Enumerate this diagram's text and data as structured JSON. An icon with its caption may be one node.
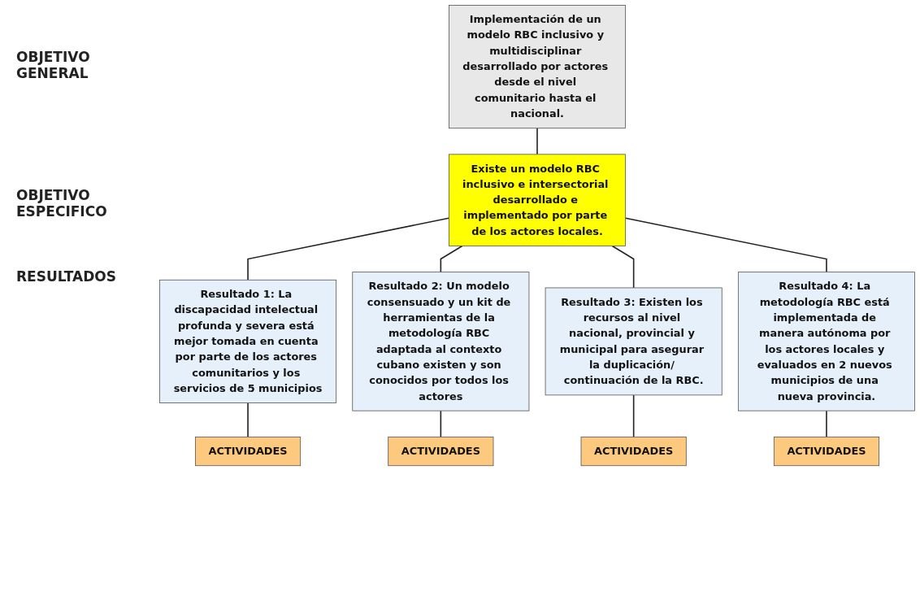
{
  "diagram": {
    "nodes": [
      {
        "text": [
          "Implementación de un modelo RBC inclusivo y multidisciplinar desarrollado por actores desde el nivel comunitario hasta el nacional."
        ]
      },
      {
        "text": [
          "Existe un modelo RBC inclusivo e intersectorial desarrollado e implementado por parte de los actores locales."
        ]
      },
      {
        "text": [
          "Resultado 1: La discapacidad intelectual profunda y severa está mejor tomada en cuenta por parte de los actores comunitarios y los servicios de 5 municipios"
        ]
      },
      {
        "text": [
          "Resultado 2: Un modelo consensuado y un kit de herramientas de la metodología RBC adaptada al contexto cubano existen y son conocidos por todos los actores"
        ]
      },
      {
        "text": [
          "Resultado 3: Existen los recursos al nivel nacional, provincial y municipal para asegurar la duplicación/ continuación de la RBC."
        ]
      },
      {
        "text": [
          "Resultado 4: La metodología RBC está implementada de manera autónoma por los actores locales y evaluados en 2 nuevos municipios de una nueva provincia."
        ]
      },
      {
        "text": [
          "ACTIVIDADES"
        ]
      },
      {
        "text": [
          "ACTIVIDADES"
        ]
      },
      {
        "text": [
          "ACTIVIDADES"
        ]
      },
      {
        "text": [
          "ACTIVIDADES"
        ]
      }
    ],
    "edges": [
      {
        "from": 0,
        "to": 1,
        "arrow": "none"
      },
      {
        "from": 1,
        "to": 2,
        "arrow": "none"
      },
      {
        "from": 1,
        "to": 3,
        "arrow": "none"
      },
      {
        "from": 1,
        "to": 4,
        "arrow": "none"
      },
      {
        "from": 1,
        "to": 5,
        "arrow": "none"
      },
      {
        "from": 2,
        "to": 6,
        "arrow": "none"
      },
      {
        "from": 3,
        "to": 7,
        "arrow": "none"
      },
      {
        "from": 4,
        "to": 8,
        "arrow": "none"
      },
      {
        "from": 5,
        "to": 9,
        "arrow": "none"
      }
    ],
    "labels": [
      "OBJETIVO GENERAL",
      "OBJETIVO ESPECIFICO",
      "RESULTADOS"
    ]
  }
}
